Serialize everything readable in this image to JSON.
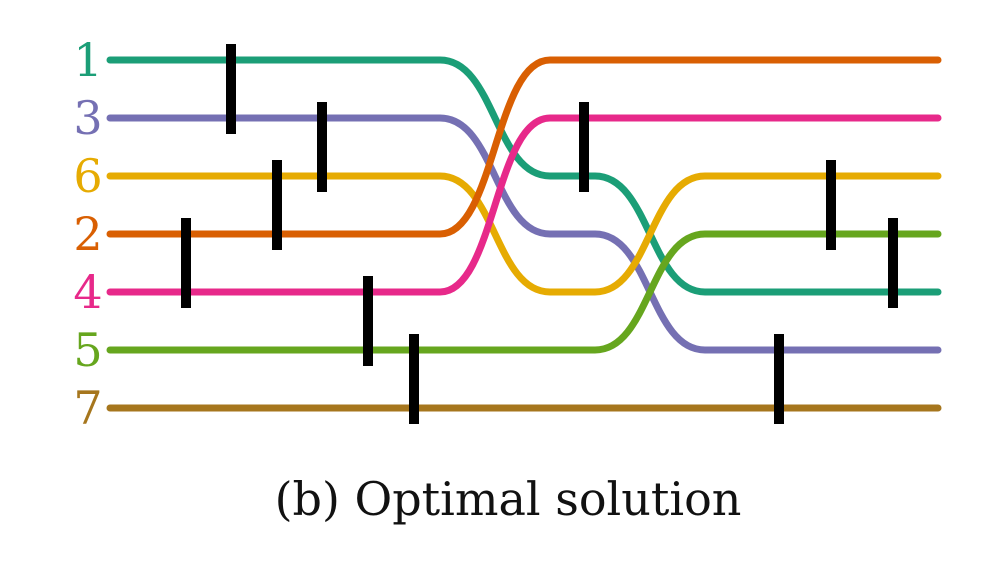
{
  "caption": "(b) Optimal solution",
  "track_labels": [
    "1",
    "3",
    "6",
    "2",
    "4",
    "5",
    "7"
  ],
  "lines": [
    {
      "id": "1",
      "color": "#1b9e77"
    },
    {
      "id": "3",
      "color": "#7570b3"
    },
    {
      "id": "6",
      "color": "#e6ab02"
    },
    {
      "id": "2",
      "color": "#d95f02"
    },
    {
      "id": "4",
      "color": "#e7298a"
    },
    {
      "id": "5",
      "color": "#66a61e"
    },
    {
      "id": "7",
      "color": "#a6761d"
    }
  ],
  "marker_color": "#000000"
}
